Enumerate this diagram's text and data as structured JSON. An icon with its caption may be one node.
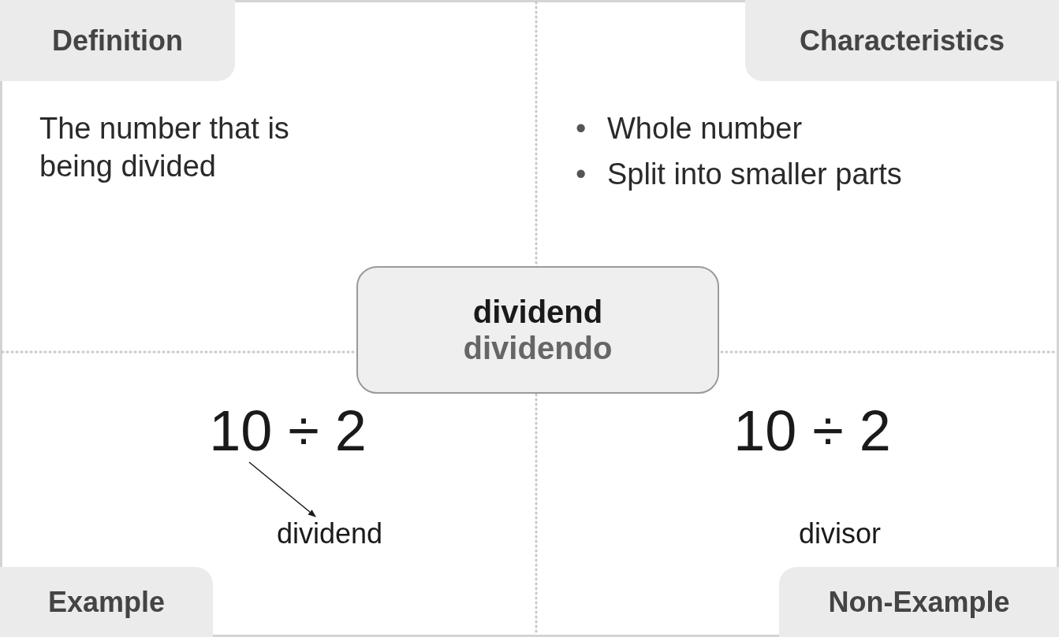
{
  "diagram": {
    "nodes": [
      {
        "text": [
          "Definition"
        ]
      },
      {
        "text": [
          "Characteristics"
        ]
      },
      {
        "text": [
          "dividend",
          "dividendo"
        ]
      },
      {
        "text": [
          "10 ÷ 2"
        ]
      },
      {
        "text": [
          "dividend"
        ]
      },
      {
        "text": [
          "Example"
        ]
      },
      {
        "text": [
          "Non-Example"
        ]
      }
    ],
    "edges": [
      {
        "from": 3,
        "to": 4,
        "arrow": "to"
      }
    ],
    "labels": [
      "The number that is being divided",
      "•",
      "Whole number",
      "•",
      "Split into smaller parts",
      "10 ÷ 2",
      "divisor"
    ]
  }
}
